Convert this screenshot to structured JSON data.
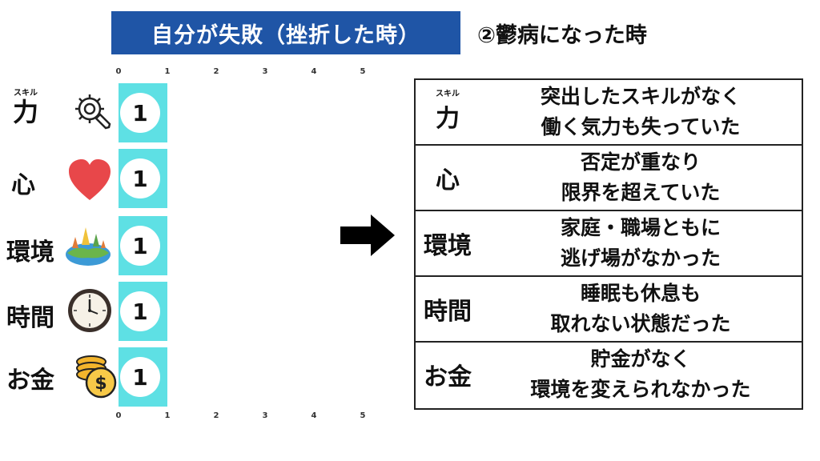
{
  "title": "自分が失敗（挫折した時）",
  "subtitle": "②鬱病になった時",
  "chart_data": {
    "type": "bar",
    "orientation": "horizontal",
    "xlim": [
      0,
      5
    ],
    "ticks": [
      "0",
      "1",
      "2",
      "3",
      "4",
      "5"
    ],
    "categories": [
      "力",
      "心",
      "環境",
      "時間",
      "お金"
    ],
    "category_ruby": [
      "スキル",
      "",
      "",
      "",
      ""
    ],
    "values": [
      1,
      1,
      1,
      1,
      1
    ],
    "value_labels": [
      "1",
      "1",
      "1",
      "1",
      "1"
    ],
    "bar_color": "#5ee0e4"
  },
  "icons": [
    "gear-wrench-icon",
    "heart-icon",
    "earth-landscape-icon",
    "wall-clock-icon",
    "coins-icon"
  ],
  "table": {
    "rows": [
      {
        "label": "力",
        "ruby": "スキル",
        "line1": "突出したスキルがなく",
        "line2": "働く気力も失っていた"
      },
      {
        "label": "心",
        "ruby": "",
        "line1": "否定が重なり",
        "line2": "限界を超えていた"
      },
      {
        "label": "環境",
        "ruby": "",
        "line1": "家庭・職場ともに",
        "line2": "逃げ場がなかった"
      },
      {
        "label": "時間",
        "ruby": "",
        "line1": "睡眠も休息も",
        "line2": "取れない状態だった"
      },
      {
        "label": "お金",
        "ruby": "",
        "line1": "貯金がなく",
        "line2": "環境を変えられなかった"
      }
    ]
  },
  "colors": {
    "title_bg": "#1f55a6",
    "bar": "#5ee0e4",
    "heart": "#e8474a"
  }
}
